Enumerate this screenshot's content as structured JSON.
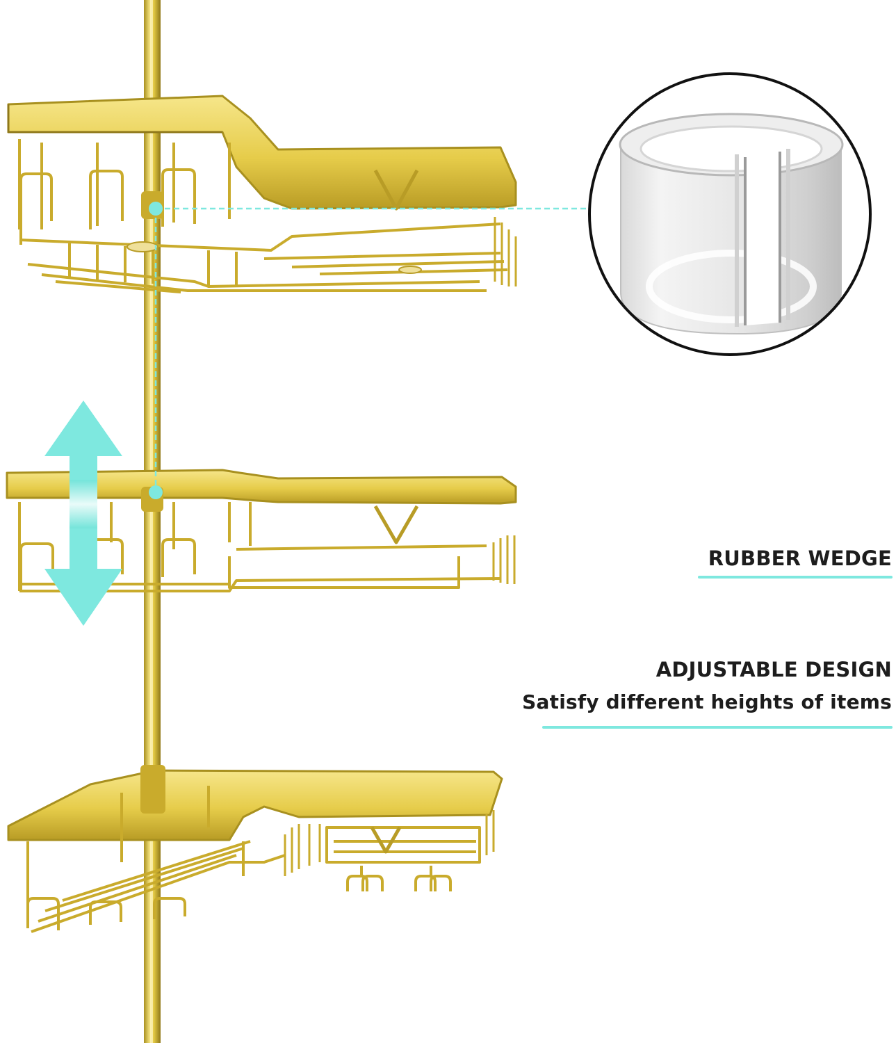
{
  "labels": {
    "rubber_wedge": "RUBBER WEDGE",
    "adjustable_design": "ADJUSTABLE DESIGN",
    "adjustable_subtitle": "Satisfy different heights of items"
  },
  "colors": {
    "accent_teal": "#7ee8df",
    "gold": "#d8bd3c",
    "gold_light": "#f2e07a",
    "gold_dark": "#9e8420",
    "text": "#1d1d1d",
    "background": "#ffffff"
  },
  "icons": {
    "adjust_arrow": "double-arrow-up-down-icon",
    "callout_lens": "magnified-rubber-wedge"
  }
}
